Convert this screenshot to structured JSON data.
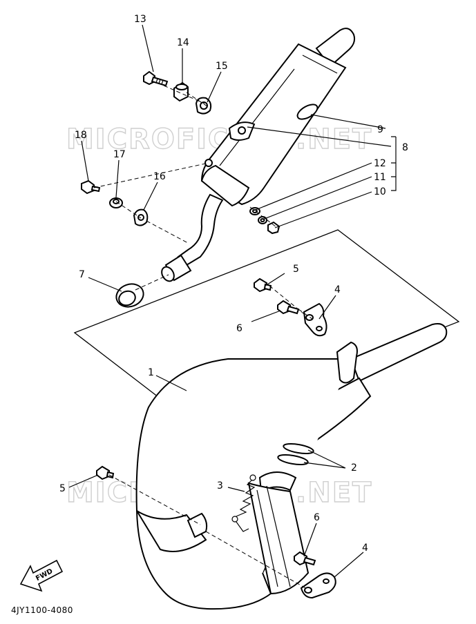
{
  "callouts": {
    "c1": "1",
    "c2": "2",
    "c3": "3",
    "c4a": "4",
    "c4b": "4",
    "c5a": "5",
    "c5b": "5",
    "c6a": "6",
    "c6b": "6",
    "c7": "7",
    "c8": "8",
    "c9": "9",
    "c10": "10",
    "c11": "11",
    "c12": "12",
    "c13": "13",
    "c14": "14",
    "c15": "15",
    "c16": "16",
    "c17": "17",
    "c18": "18"
  },
  "fwd_label": "FWD",
  "part_number": "4JY1100-4080",
  "watermark_top": "MICROFICHES.NET",
  "watermark_bottom": "MICROFICHES.NET"
}
